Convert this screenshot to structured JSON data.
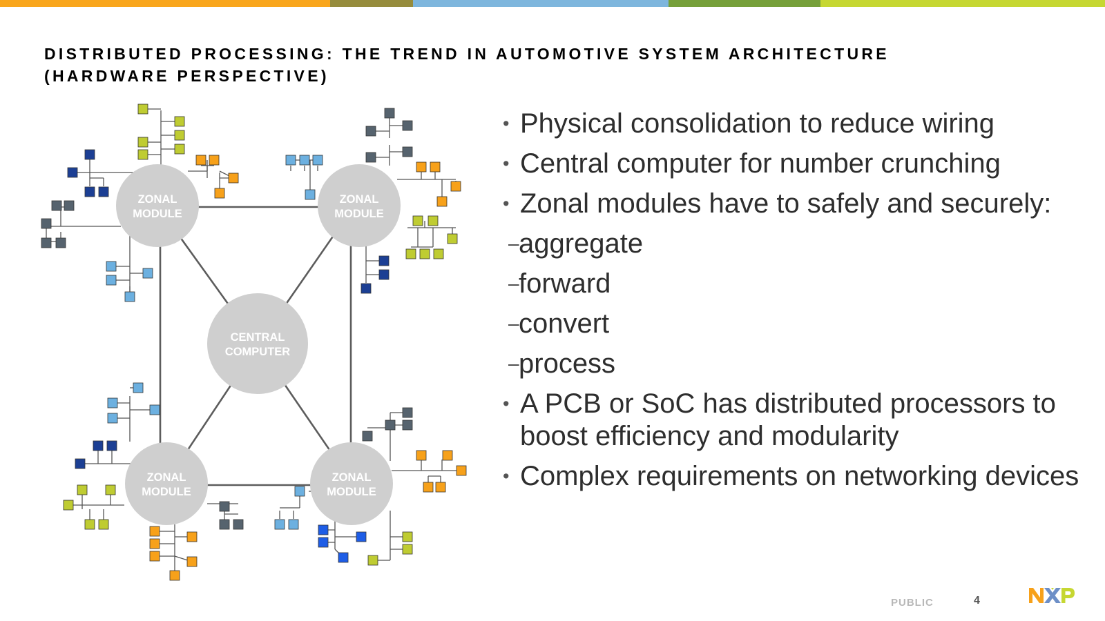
{
  "slide": {
    "title_line1": "DISTRIBUTED PROCESSING: THE TREND IN AUTOMOTIVE SYSTEM ARCHITECTURE",
    "title_line2": "(HARDWARE PERSPECTIVE)",
    "top_bar_colors": [
      "#f9a61c",
      "#968c3c",
      "#7eb6dd",
      "#76a03a",
      "#c6d732"
    ],
    "footer": {
      "classification": "PUBLIC",
      "page_number": "4",
      "logo_icon": "nxp-logo"
    }
  },
  "diagram": {
    "module_label_line1": "ZONAL",
    "module_label_line2": "MODULE",
    "central_label_line1": "CENTRAL",
    "central_label_line2": "COMPUTER",
    "node_colors": {
      "yellow_green": "#bfcc32",
      "orange": "#f7a11a",
      "slate": "#56636e",
      "light_blue": "#6cb0e0",
      "dark_blue": "#1c3f94",
      "bright_blue": "#1e5de6",
      "circle": "#cfcfcf"
    }
  },
  "bullets": [
    {
      "level": 1,
      "text": "Physical consolidation to reduce wiring"
    },
    {
      "level": 1,
      "text": "Central computer for number crunching"
    },
    {
      "level": 1,
      "text": "Zonal modules have to safely and securely:"
    },
    {
      "level": 2,
      "text": "aggregate"
    },
    {
      "level": 2,
      "text": "forward"
    },
    {
      "level": 2,
      "text": "convert"
    },
    {
      "level": 2,
      "text": "process"
    },
    {
      "level": 1,
      "text": "A PCB or SoC has distributed processors to boost efficiency and modularity"
    },
    {
      "level": 1,
      "text": "Complex requirements on networking devices"
    }
  ]
}
